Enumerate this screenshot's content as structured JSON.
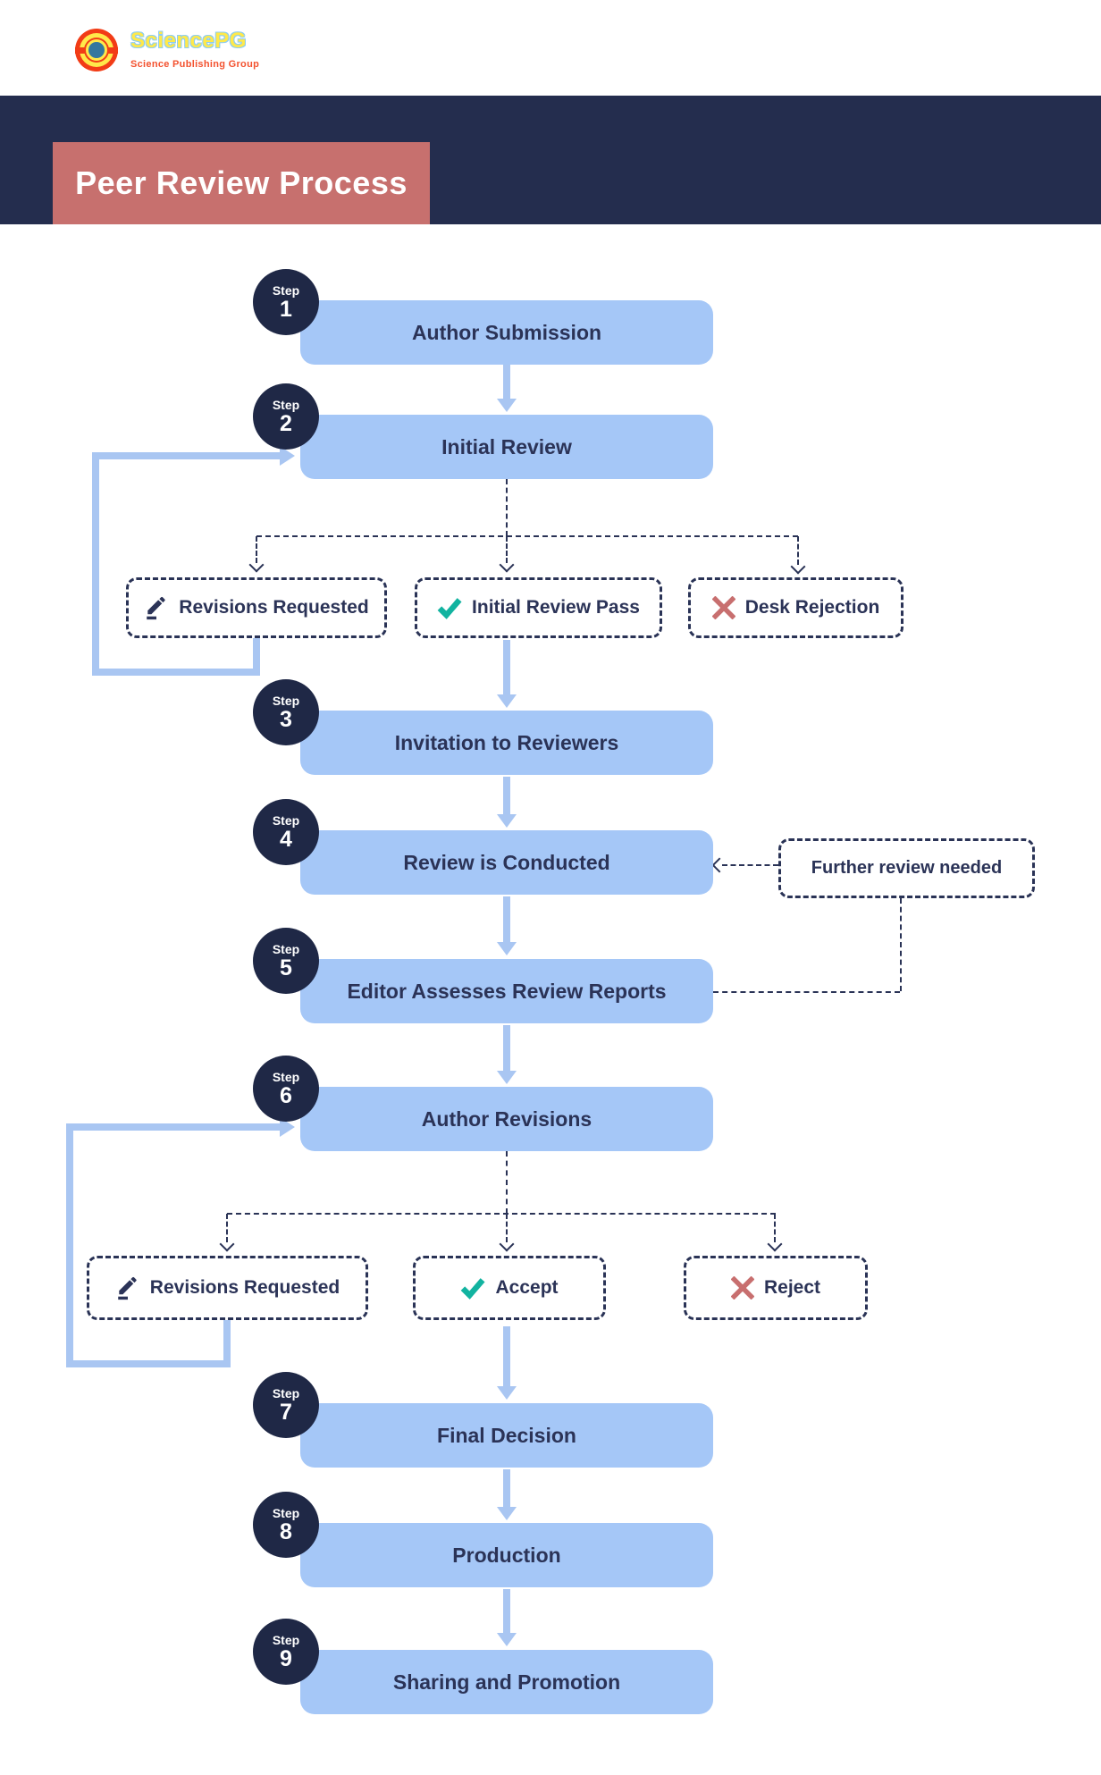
{
  "logo": {
    "brand": "SciencePG",
    "subtitle": "Science Publishing Group"
  },
  "header": {
    "title": "Peer Review Process"
  },
  "steps": [
    {
      "badge": "Step",
      "number": "1",
      "title": "Author Submission"
    },
    {
      "badge": "Step",
      "number": "2",
      "title": "Initial Review"
    },
    {
      "badge": "Step",
      "number": "3",
      "title": "Invitation to Reviewers"
    },
    {
      "badge": "Step",
      "number": "4",
      "title": "Review is Conducted"
    },
    {
      "badge": "Step",
      "number": "5",
      "title": "Editor Assesses Review Reports"
    },
    {
      "badge": "Step",
      "number": "6",
      "title": "Author Revisions"
    },
    {
      "badge": "Step",
      "number": "7",
      "title": "Final Decision"
    },
    {
      "badge": "Step",
      "number": "8",
      "title": "Production"
    },
    {
      "badge": "Step",
      "number": "9",
      "title": "Sharing and Promotion"
    }
  ],
  "outcomes_initial_review": [
    {
      "icon": "pencil-icon",
      "label": "Revisions Requested"
    },
    {
      "icon": "check-icon",
      "label": "Initial Review Pass"
    },
    {
      "icon": "x-icon",
      "label": "Desk Rejection"
    }
  ],
  "outcomes_author_revisions": [
    {
      "icon": "pencil-icon",
      "label": "Revisions Requested"
    },
    {
      "icon": "check-icon",
      "label": "Accept"
    },
    {
      "icon": "x-icon",
      "label": "Reject"
    }
  ],
  "note": {
    "label": "Further review needed"
  },
  "colors": {
    "navy_band": "#242d4e",
    "badge_navy": "#1f2846",
    "rose_title": "#c7706e",
    "box_blue": "#a5c7f7",
    "arrow_blue": "#a9c6f2",
    "text_navy": "#2b3357",
    "dash_navy": "#2a3356",
    "check_teal": "#12b3a0",
    "x_rose": "#c86f6f",
    "logo_yellow": "#ffe94a",
    "logo_red": "#f23c16",
    "logo_blue": "#34779e"
  }
}
